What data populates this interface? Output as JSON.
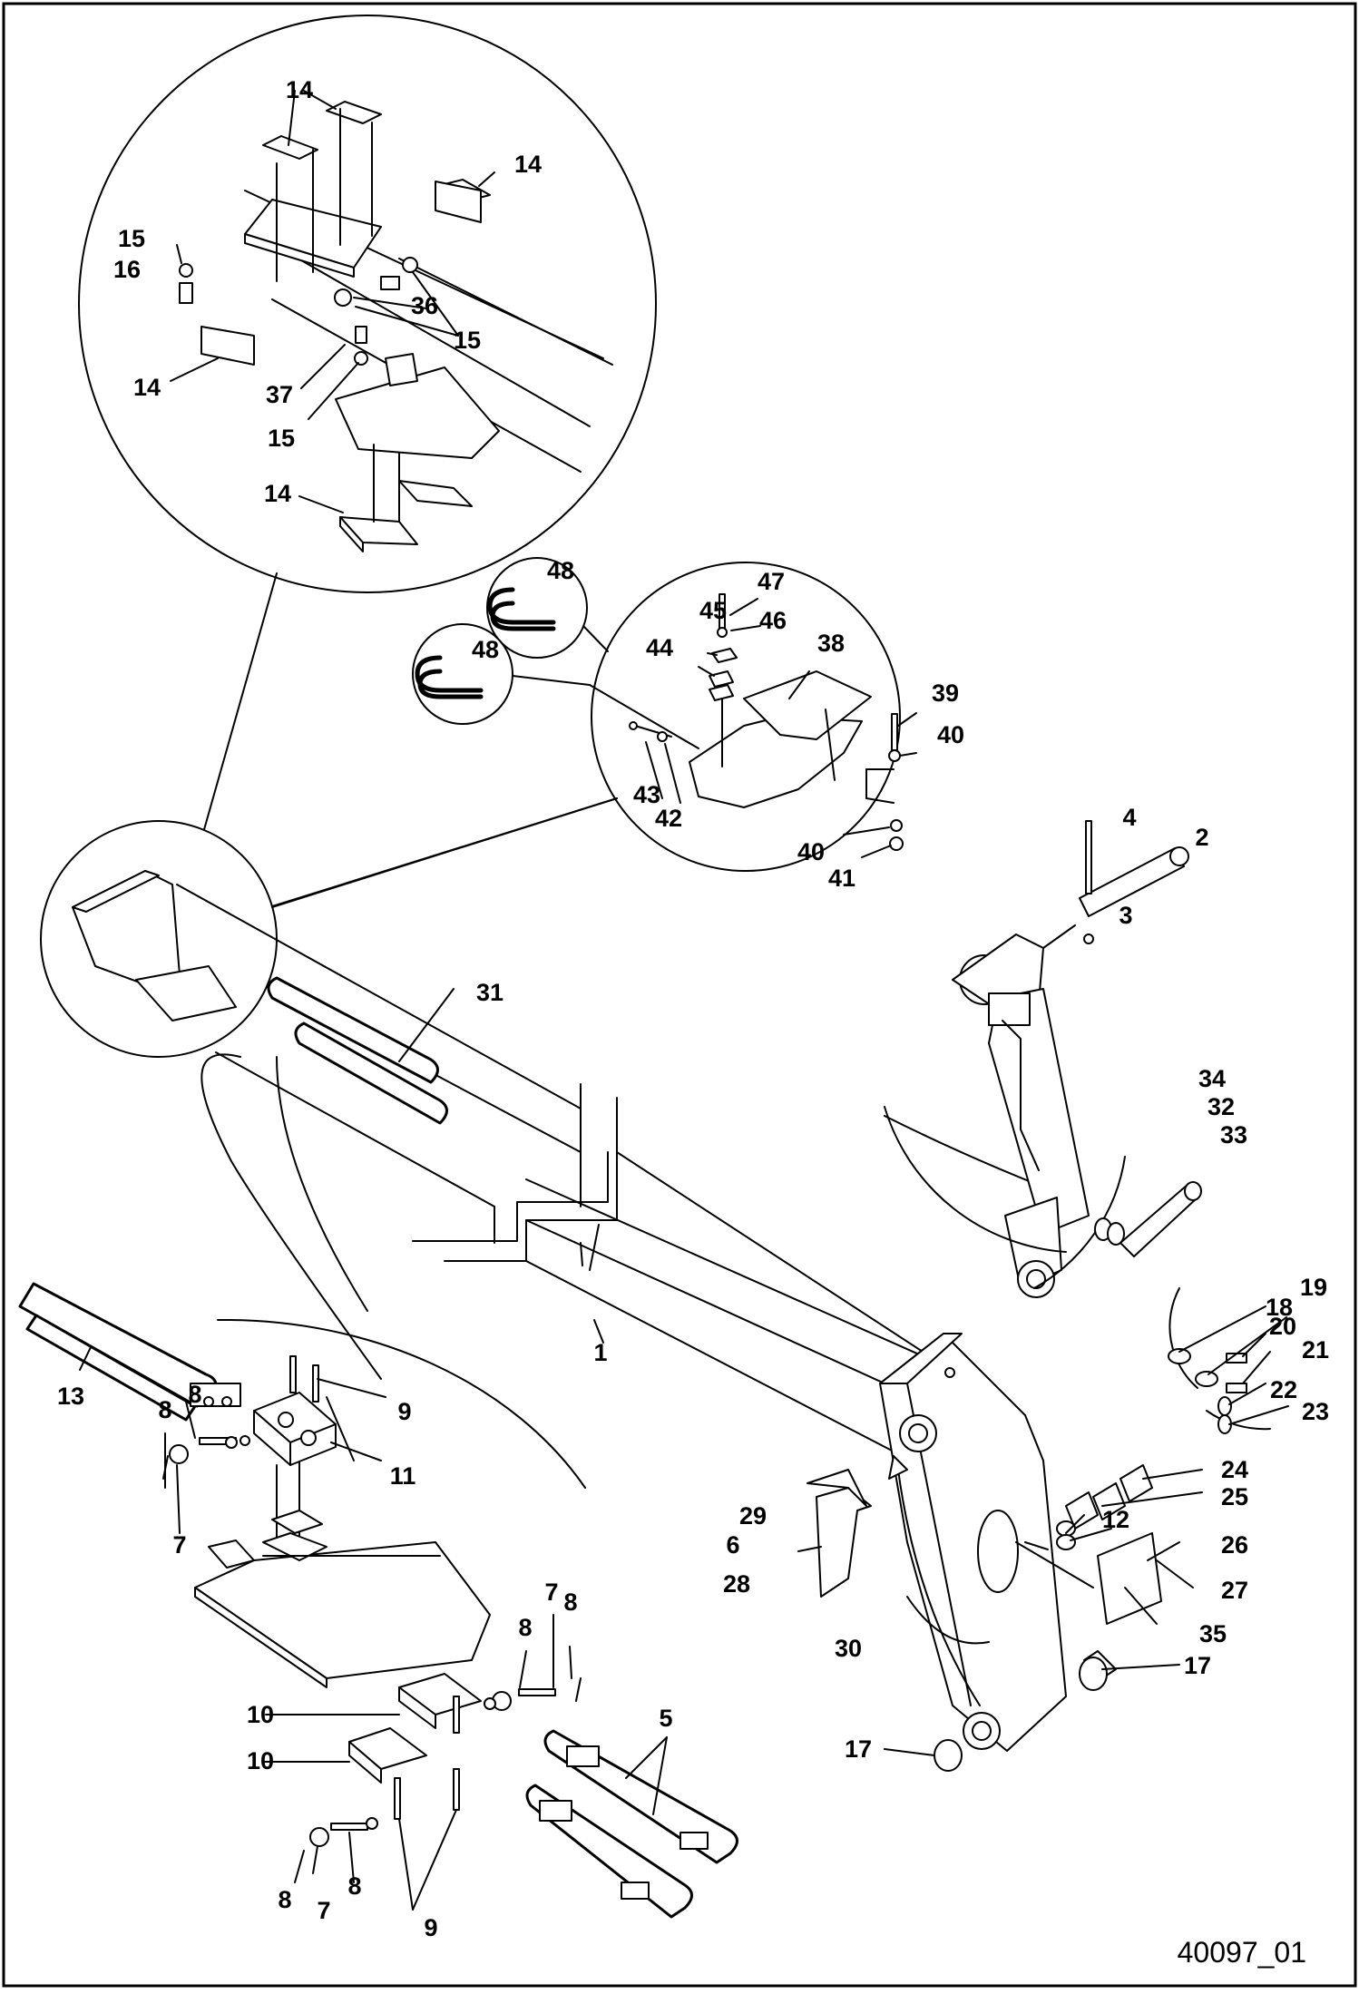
{
  "drawing": {
    "reference": "40097_01",
    "callouts": [
      {
        "id": "c14a",
        "text": "14"
      },
      {
        "id": "c14b",
        "text": "14"
      },
      {
        "id": "c15a",
        "text": "15"
      },
      {
        "id": "c16",
        "text": "16"
      },
      {
        "id": "c36",
        "text": "36"
      },
      {
        "id": "c15b",
        "text": "15"
      },
      {
        "id": "c14c",
        "text": "14"
      },
      {
        "id": "c37",
        "text": "37"
      },
      {
        "id": "c15c",
        "text": "15"
      },
      {
        "id": "c14d",
        "text": "14"
      },
      {
        "id": "c48a",
        "text": "48"
      },
      {
        "id": "c48b",
        "text": "48"
      },
      {
        "id": "c47",
        "text": "47"
      },
      {
        "id": "c45",
        "text": "45"
      },
      {
        "id": "c46",
        "text": "46"
      },
      {
        "id": "c44",
        "text": "44"
      },
      {
        "id": "c38",
        "text": "38"
      },
      {
        "id": "c39",
        "text": "39"
      },
      {
        "id": "c40a",
        "text": "40"
      },
      {
        "id": "c43",
        "text": "43"
      },
      {
        "id": "c42",
        "text": "42"
      },
      {
        "id": "c40b",
        "text": "40"
      },
      {
        "id": "c41",
        "text": "41"
      },
      {
        "id": "c4",
        "text": "4"
      },
      {
        "id": "c2",
        "text": "2"
      },
      {
        "id": "c3",
        "text": "3"
      },
      {
        "id": "c31",
        "text": "31"
      },
      {
        "id": "c34",
        "text": "34"
      },
      {
        "id": "c32",
        "text": "32"
      },
      {
        "id": "c33",
        "text": "33"
      },
      {
        "id": "c18",
        "text": "18"
      },
      {
        "id": "c19",
        "text": "19"
      },
      {
        "id": "c20",
        "text": "20"
      },
      {
        "id": "c21",
        "text": "21"
      },
      {
        "id": "c22",
        "text": "22"
      },
      {
        "id": "c23",
        "text": "23"
      },
      {
        "id": "c1",
        "text": "1"
      },
      {
        "id": "c13",
        "text": "13"
      },
      {
        "id": "c8a",
        "text": "8"
      },
      {
        "id": "c9a",
        "text": "9"
      },
      {
        "id": "c8b",
        "text": "8"
      },
      {
        "id": "c11",
        "text": "11"
      },
      {
        "id": "c7a",
        "text": "7"
      },
      {
        "id": "c24",
        "text": "24"
      },
      {
        "id": "c25",
        "text": "25"
      },
      {
        "id": "c12",
        "text": "12"
      },
      {
        "id": "c29",
        "text": "29"
      },
      {
        "id": "c6",
        "text": "6"
      },
      {
        "id": "c28",
        "text": "28"
      },
      {
        "id": "c26",
        "text": "26"
      },
      {
        "id": "c27",
        "text": "27"
      },
      {
        "id": "c35",
        "text": "35"
      },
      {
        "id": "c30",
        "text": "30"
      },
      {
        "id": "c17a",
        "text": "17"
      },
      {
        "id": "c7b",
        "text": "7"
      },
      {
        "id": "c8c",
        "text": "8"
      },
      {
        "id": "c8d",
        "text": "8"
      },
      {
        "id": "c10a",
        "text": "10"
      },
      {
        "id": "c5",
        "text": "5"
      },
      {
        "id": "c10b",
        "text": "10"
      },
      {
        "id": "c17b",
        "text": "17"
      },
      {
        "id": "c8e",
        "text": "8"
      },
      {
        "id": "c7c",
        "text": "7"
      },
      {
        "id": "c8f",
        "text": "8"
      },
      {
        "id": "c9b",
        "text": "9"
      }
    ]
  },
  "colors": {
    "line": "#000000",
    "part_fill": "#ffffff",
    "background": "#ffffff"
  }
}
